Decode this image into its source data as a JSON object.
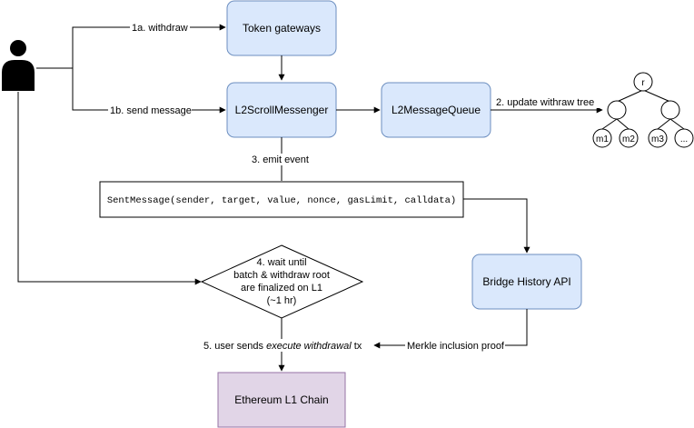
{
  "nodes": {
    "token_gateways": "Token gateways",
    "l2_scroll_messenger": "L2ScrollMessenger",
    "l2_message_queue": "L2MessageQueue",
    "sent_message": "SentMessage(sender, target, value, nonce, gasLimit, calldata)",
    "bridge_history_api": "Bridge History API",
    "ethereum_l1_chain": "Ethereum L1 Chain",
    "wait_decision": {
      "line1": "4. wait until",
      "line2": "batch & withdraw root",
      "line3": "are finalized on L1",
      "line4": "(~1 hr)"
    }
  },
  "edges": {
    "withdraw": "1a. withdraw",
    "send_message": "1b. send message",
    "update_tree": "2. update withraw tree",
    "emit_event": "3. emit event",
    "merkle_proof": "Merkle inclusion proof",
    "user_sends_prefix": "5. user sends ",
    "user_sends_italic": "execute withdrawal",
    "user_sends_suffix": " tx"
  },
  "tree": {
    "root": "r",
    "leaves": [
      "m1",
      "m2",
      "m3",
      "..."
    ]
  },
  "colors": {
    "blue_fill": "#dae8fc",
    "blue_stroke": "#6c8ebf",
    "purple_fill": "#e1d5e7",
    "purple_stroke": "#9673a6"
  }
}
